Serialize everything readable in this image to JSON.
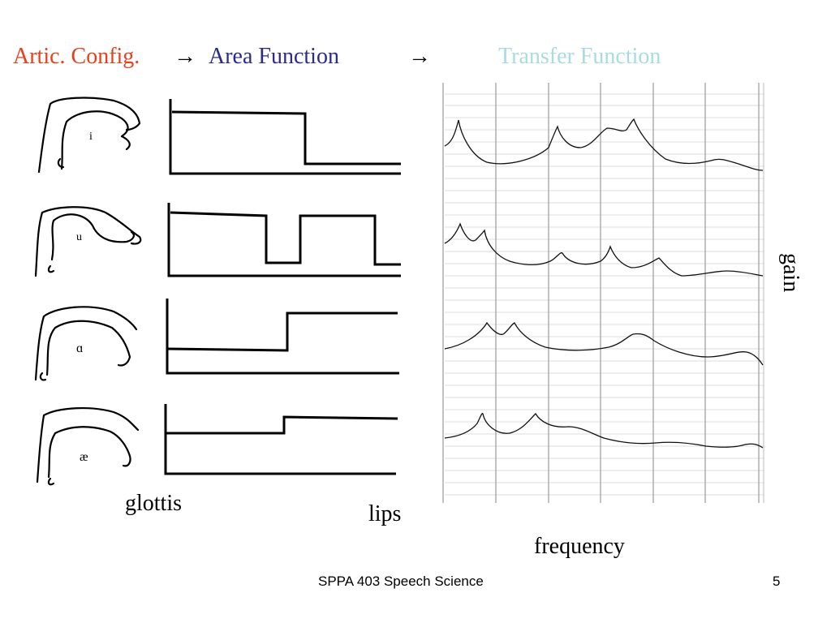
{
  "title": {
    "artic": "Artic. Config.",
    "arrow1": "→",
    "area": "Area Function",
    "arrow2": "→",
    "transfer": "Transfer Function"
  },
  "colors": {
    "artic": "#e8401c",
    "area": "#2b2b8e",
    "transfer": "#a8dce0"
  },
  "vowels": [
    {
      "symbol": "i"
    },
    {
      "symbol": "u"
    },
    {
      "symbol": "ɑ"
    },
    {
      "symbol": "æ"
    }
  ],
  "labels": {
    "glottis": "glottis",
    "lips": "lips",
    "frequency": "frequency",
    "gain": "gain"
  },
  "footer": {
    "course": "SPPA 403 Speech Science",
    "page": "5"
  }
}
